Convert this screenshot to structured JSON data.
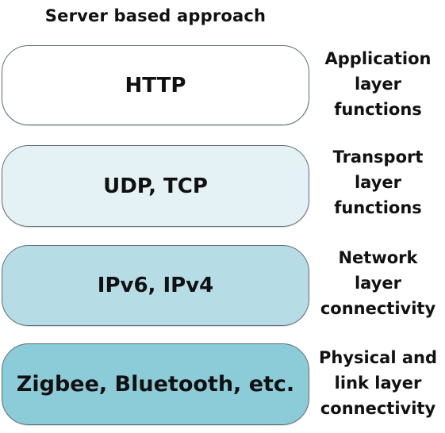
{
  "title": "Server based approach",
  "colors": {
    "box_fills": [
      "#ffffff",
      "#e4f2f6",
      "#b6dde6",
      "#8ccbd8"
    ],
    "box_border": "#5f6f7a"
  },
  "layers": [
    {
      "protocol": "HTTP",
      "description_lines": [
        "Application",
        "layer",
        "functions"
      ]
    },
    {
      "protocol": "UDP, TCP",
      "description_lines": [
        "Transport",
        "layer",
        "functions"
      ]
    },
    {
      "protocol": "IPv6, IPv4",
      "description_lines": [
        "Network",
        "layer",
        "connectivity"
      ]
    },
    {
      "protocol": "Zigbee, Bluetooth, etc.",
      "description_lines": [
        "Physical and",
        "link layer",
        "connectivity"
      ]
    }
  ]
}
